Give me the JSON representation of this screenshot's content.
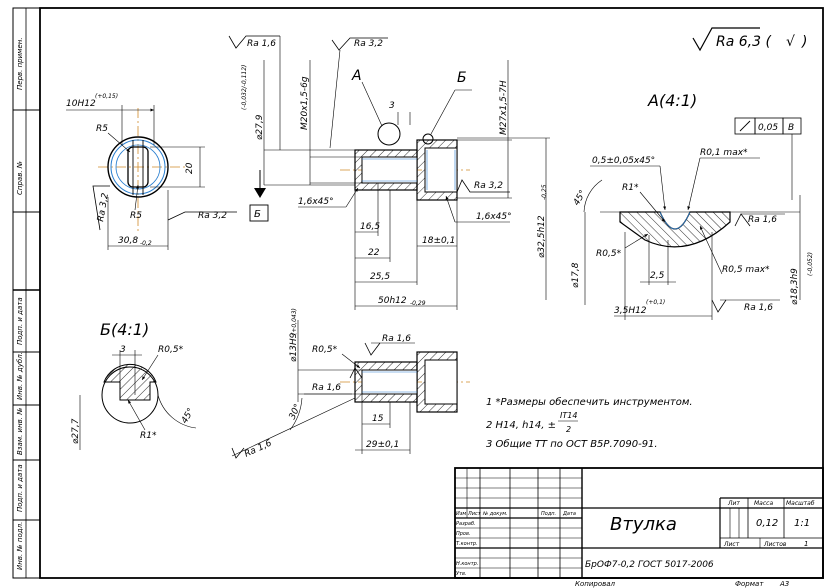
{
  "roughness_general": {
    "symbol": "Ra 6,3 (",
    "check": "√",
    "close": ")"
  },
  "side_stamps": [
    "Перв. примен.",
    "Справ. №",
    "Подп. и дата",
    "Инв. № дубл.",
    "Взам. инв. №",
    "Подп. и дата",
    "Инв. № подл."
  ],
  "views": {
    "end_view": {
      "width_tol": "10H12",
      "width_dev": "(+0,15)",
      "r_outer": "R5",
      "r_inner": "R5",
      "height": "20",
      "length": "30,8",
      "length_dev": "-0,2",
      "rough_left": "Ra 3,2",
      "rough_right": "Ra 3,2"
    },
    "main_section": {
      "rough_top_left": "Ra 1,6",
      "rough_top": "Ra 3,2",
      "label_a": "А",
      "label_b": "Б",
      "dim_3": "3",
      "diam_root": "⌀27,9",
      "diam_root_dev": "(-0,032/-0,112)",
      "thread_left": "M20x1,5-6g",
      "thread_right": "M27x1,5-7H",
      "rough_right": "Ra 3,2",
      "chamfer_left": "1,6x45°",
      "chamfer_right": "1,6x45°",
      "section_label": "Б",
      "d16_5": "16,5",
      "d22": "22",
      "d25_5": "25,5",
      "d50": "50h12",
      "d50_dev": "-0,29",
      "d18": "18±0,1",
      "diam_32": "⌀32,5h12",
      "diam_32_dev": "-0,25"
    },
    "detail_a": {
      "title": "А(4:1)",
      "parallel_tol": "0,05",
      "parallel_base": "В",
      "chamfer": "0,5±0,05x45°",
      "r01": "R0,1 max*",
      "r1": "R1*",
      "angle": "45°",
      "rough": "Ra 1,6",
      "r05a": "R0,5*",
      "d25": "2,5",
      "r05max": "R0,5 max*",
      "diam_17": "⌀17,8",
      "width": "3,5H12",
      "width_dev": "(+0,1)",
      "rough2": "Ra 1,6",
      "diam_18": "⌀18,3h9",
      "diam_18_dev": "(-0,052)"
    },
    "detail_b": {
      "title": "Б(4:1)",
      "dim3": "3",
      "r05": "R0,5*",
      "diam": "⌀27,7",
      "r1": "R1*",
      "angle": "45°"
    },
    "lower_section": {
      "diam_13": "⌀13H9",
      "diam_13_dev": "(+0,043)",
      "r05": "R0,5*",
      "rough_top": "Ra 1,6",
      "rough_left": "Ra 1,6",
      "rough_bottom": "Ra 1,6",
      "angle": "30°",
      "d15": "15",
      "d29": "29±0,1"
    }
  },
  "notes": [
    "1  *Размеры обеспечить инструментом.",
    "2  H14, h14, ±",
    "3  Общие ТТ по ОСТ В5Р.7090-91."
  ],
  "note2_fraction": {
    "num": "IT14",
    "den": "2"
  },
  "title_block": {
    "name": "Втулка",
    "material": "БрОФ7-0,2 ГОСТ 5017-2006",
    "lit_header": "Лит",
    "mass_header": "Масса",
    "scale_header": "Масштаб",
    "mass": "0,12",
    "scale": "1:1",
    "sheet_label": "Лист",
    "sheets_label": "Листов",
    "sheets": "1",
    "rev_headers": [
      "Изм",
      "Лист",
      "№ докум.",
      "Подп.",
      "Дата"
    ],
    "roles": [
      "Разраб.",
      "Пров.",
      "Т.контр.",
      "",
      "Н.контр.",
      "Утв."
    ],
    "copied": "Копировал",
    "format": "Формат",
    "format_val": "А3"
  }
}
